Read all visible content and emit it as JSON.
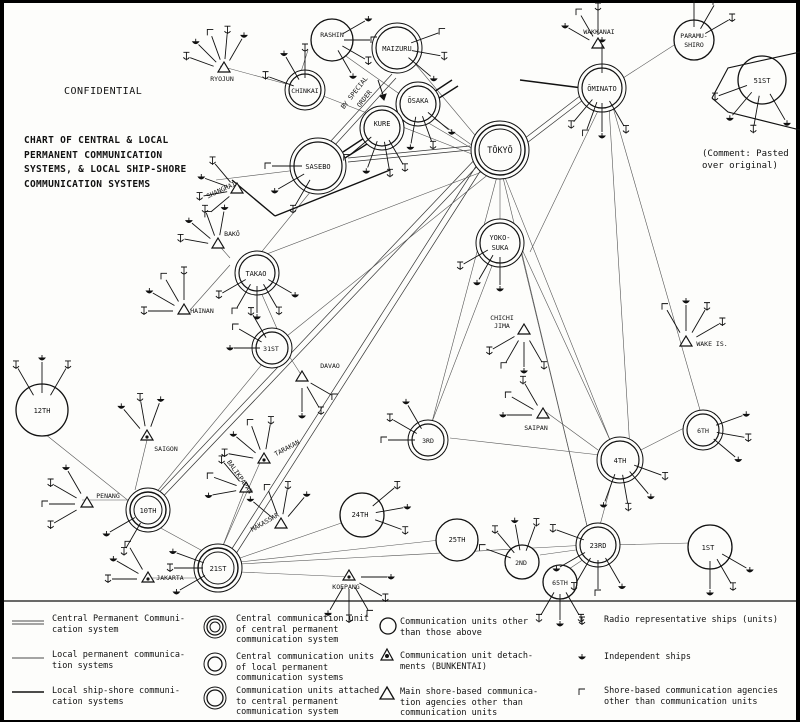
{
  "confidential": "CONFIDENTIAL",
  "title": "CHART OF CENTRAL & LOCAL\nPERMANENT COMMUNICATION\nSYSTEMS, & LOCAL SHIP-SHORE\nCOMMUNICATION SYSTEMS",
  "comment": "(Comment: Pasted\nover original)",
  "nodes": {
    "tokyo": "TŌKYŌ",
    "ominato": "ŌMINATO",
    "paramushiro_1": "PARAMU-",
    "paramushiro_2": "SHIRO",
    "first51": "51ST",
    "wakkanai": "WAKKANAI",
    "maizuru": "MAIZURU",
    "rashin": "RASHIN",
    "chinkai": "CHINKAI",
    "ryojun": "RYOJUN",
    "osaka": "ŌSAKA",
    "kure": "KURE",
    "sasebo": "SASEBO",
    "shanghai": "SHANGHAI",
    "special_order_1": "BY SPECIAL",
    "special_order_2": "ORDER",
    "yokosuka_1": "YOKO-",
    "yokosuka_2": "SUKA",
    "bako": "BAKŌ",
    "takao": "TAKAO",
    "hainan": "HAINAN",
    "n31st": "31ST",
    "davao": "DAVAO",
    "chichijima_1": "CHICHI",
    "chichijima_2": "JIMA",
    "wake": "WAKE IS.",
    "n12th": "12TH",
    "saigon": "SAIGON",
    "n3rd": "3RD",
    "saipan": "SAIPAN",
    "n6th": "6TH",
    "n4th": "4TH",
    "tarakan": "TARAKAN",
    "balikpapan": "BALIKPAPAN",
    "penang": "PENANG",
    "n10th": "10TH",
    "makassar": "MAKASSAR",
    "n24th": "24TH",
    "n25th": "25TH",
    "n23rd": "23RD",
    "n1st": "1ST",
    "n2nd": "2ND",
    "n65th": "65TH",
    "n21st": "21ST",
    "jakarta": "JAKARTA",
    "koepang": "KOEPANG"
  },
  "legend": {
    "central_system": "Central Permanent Communi-\ncation system",
    "local_permanent": "Local permanent communica-\ntion systems",
    "local_ship_shore": "Local ship-shore communi-\ncation systems",
    "central_unit": "Central communication unit\nof central permanent\ncommunication system",
    "local_units": "Central communication units\nof local permanent\ncommunication systems",
    "attached_units": "Communication units attached\nto central permanent\ncommunication system",
    "other_units": "Communication units other\nthan those above",
    "detachments": "Communication unit detach-\nments (BUNKENTAI)",
    "shore_based": "Main shore-based communica-\ntion agencies other than\ncommunication units",
    "radio_ships": "Radio representative ships (units)",
    "independent_ships": "Independent ships",
    "shore_agencies": "Shore-based communication agencies\nother than communication units"
  }
}
